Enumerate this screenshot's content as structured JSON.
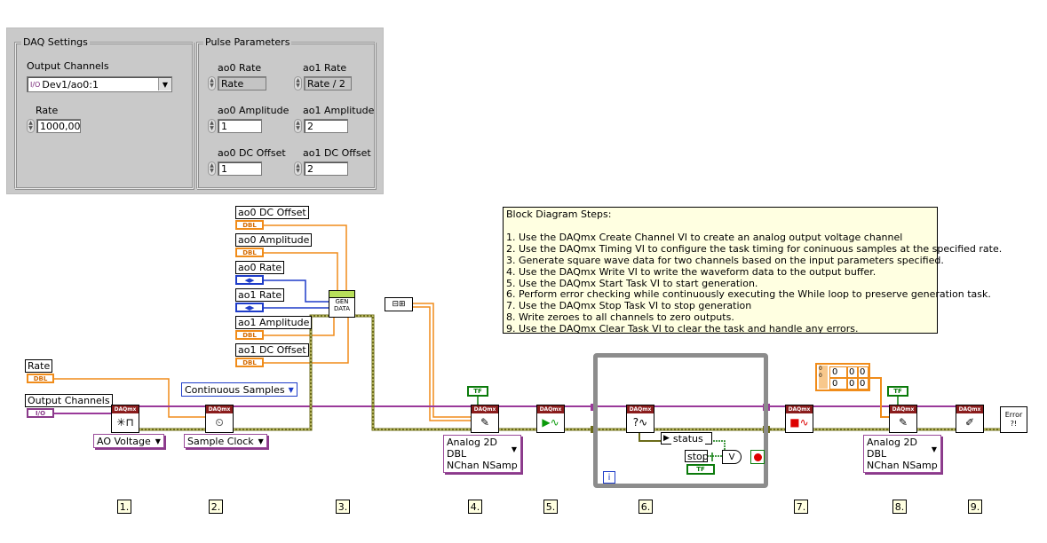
{
  "front_panel": {
    "daq_settings": {
      "title": "DAQ Settings",
      "output_channels_label": "Output Channels",
      "output_channels_io": "I/O",
      "output_channels_value": "Dev1/ao0:1",
      "rate_label": "Rate",
      "rate_value": "1000,00"
    },
    "pulse_parameters": {
      "title": "Pulse Parameters",
      "ao0_rate_label": "ao0 Rate",
      "ao0_rate_value": "Rate",
      "ao1_rate_label": "ao1 Rate",
      "ao1_rate_value": "Rate / 2",
      "ao0_amplitude_label": "ao0 Amplitude",
      "ao0_amplitude_value": "1",
      "ao1_amplitude_label": "ao1 Amplitude",
      "ao1_amplitude_value": "2",
      "ao0_dc_offset_label": "ao0 DC Offset",
      "ao0_dc_offset_value": "1",
      "ao1_dc_offset_label": "ao1 DC Offset",
      "ao1_dc_offset_value": "2"
    }
  },
  "block_diagram": {
    "terminals": {
      "ao0_dc_offset": "ao0 DC Offset",
      "ao0_amplitude": "ao0 Amplitude",
      "ao0_rate": "ao0 Rate",
      "ao1_rate": "ao1 Rate",
      "ao1_amplitude": "ao1 Amplitude",
      "ao1_dc_offset": "ao1 DC Offset",
      "rate": "Rate",
      "output_channels": "Output Channels",
      "dbl_tag": "DBL",
      "io_tag": "I/O",
      "enum_tag": "◀▶"
    },
    "gen_data": "GEN DATA",
    "daqmx_tag": "DAQmx",
    "polymorphic": {
      "ao_voltage": "AO Voltage",
      "sample_clock": "Sample Clock",
      "continuous_samples": "Continuous Samples",
      "write1_line1": "Analog 2D DBL",
      "write1_line2": "NChan NSamp",
      "write2_line1": "Analog 2D DBL",
      "write2_line2": "NChan NSamp"
    },
    "constants": {
      "true_false_1": "TF",
      "true_false_2": "TF",
      "tf_loop": "TF",
      "array_cells": [
        "0",
        "0",
        "0",
        "0",
        "0",
        "0"
      ]
    },
    "loop": {
      "status": "status",
      "stop": "stop",
      "or": "V",
      "iteration": "i"
    },
    "error_handler": "Error ?!",
    "notes": {
      "heading": "Block Diagram Steps:",
      "steps": [
        "1.  Use the DAQmx Create Channel VI to create an analog output voltage channel",
        "2.  Use the DAQmx Timing VI to configure the task timing for coninuous samples at the specified rate.",
        "3.  Generate square wave data for two channels based on the input parameters specified.",
        "4.  Use the DAQmx Write VI to write the waveform data to the output buffer.",
        "5.  Use the DAQmx Start Task VI to start generation.",
        "6.  Perform error checking while continuously executing the While loop to preserve generation task.",
        "7.  Use the DAQmx Stop Task VI to stop generation",
        "8.  Write zeroes to all channels to zero outputs.",
        "9.  Use the DAQmx Clear Task VI to clear the task and handle any errors."
      ]
    },
    "step_labels": [
      "1.",
      "2.",
      "3.",
      "4.",
      "5.",
      "6.",
      "7.",
      "8.",
      "9."
    ]
  }
}
